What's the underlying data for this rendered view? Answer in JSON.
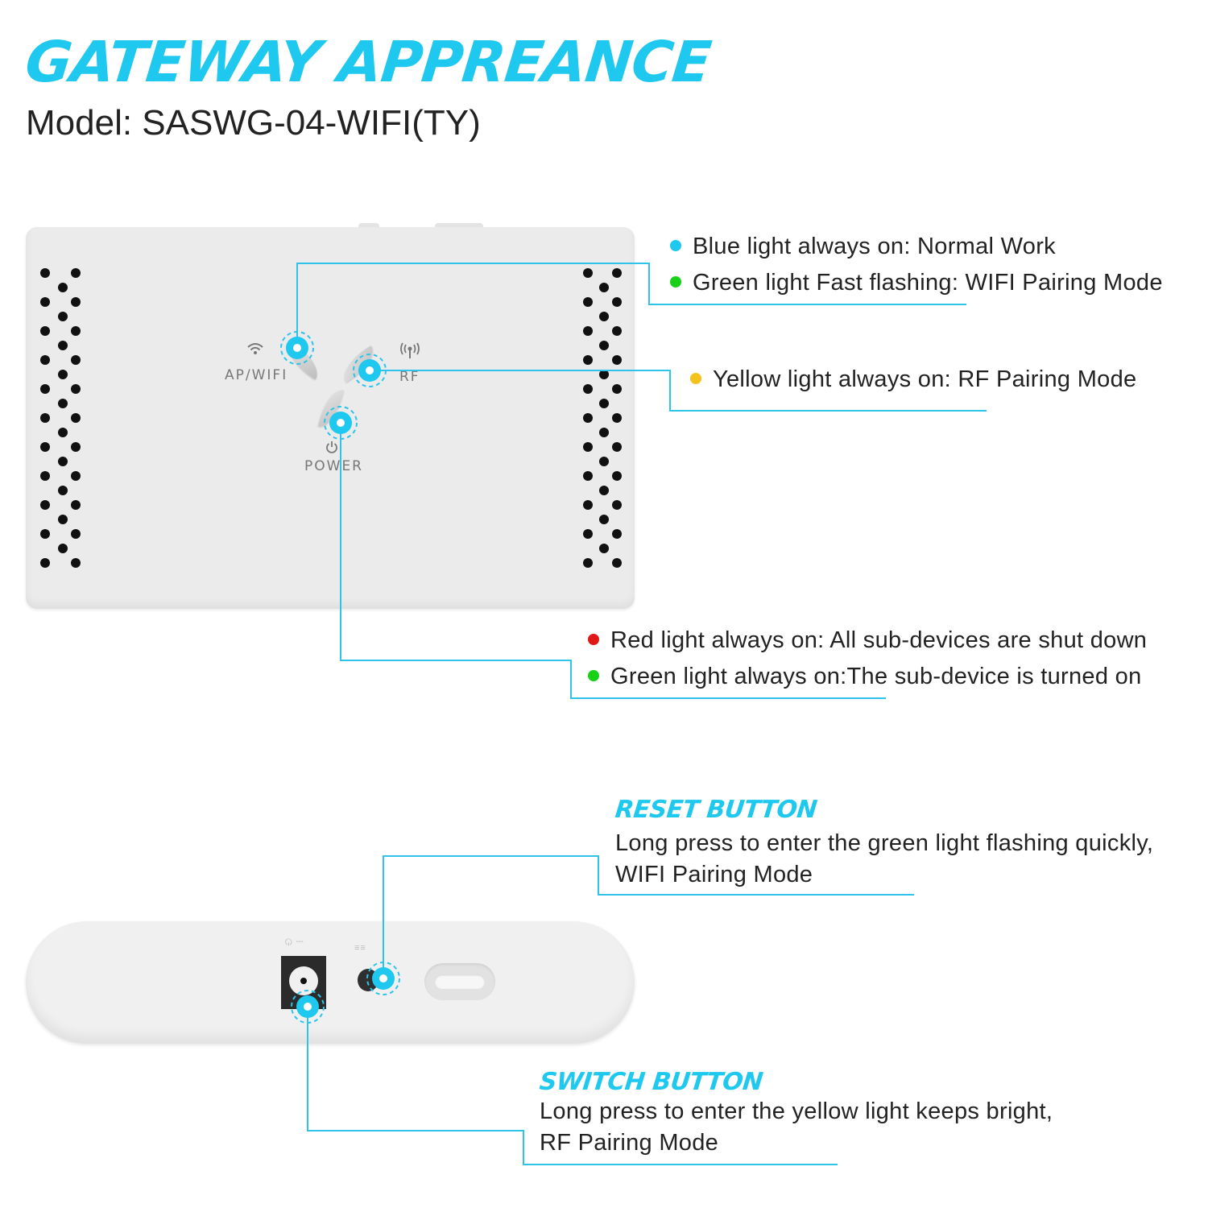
{
  "header": {
    "title": "GATEWAY APPREANCE",
    "model": "Model: SASWG-04-WIFI(TY)"
  },
  "device_panel": {
    "labels": {
      "wifi": "AP/WIFI",
      "rf": "RF",
      "power": "POWER"
    }
  },
  "indicators": {
    "wifi": [
      {
        "text": "Blue light always on: Normal Work",
        "color": "#1ec8ee"
      },
      {
        "text": "Green light Fast flashing: WIFI Pairing Mode",
        "color": "#18d018"
      }
    ],
    "rf": [
      {
        "text": "Yellow light always on: RF Pairing Mode",
        "color": "#f5c21b"
      }
    ],
    "power": [
      {
        "text": "Red light always on: All sub-devices are shut down",
        "color": "#e01818"
      },
      {
        "text": "Green light always on:The sub-device is turned on",
        "color": "#18d018"
      }
    ]
  },
  "reset_button": {
    "heading": "RESET BUTTON",
    "line1": "Long press to enter the green light flashing quickly,",
    "line2": "WIFI Pairing Mode"
  },
  "switch_button": {
    "heading": "SWITCH BUTTON",
    "line1": "Long press to enter the yellow light keeps bright,",
    "line2": "RF Pairing Mode"
  },
  "colors": {
    "accent": "#1ec8ee",
    "connector": "#2ec4ea"
  }
}
